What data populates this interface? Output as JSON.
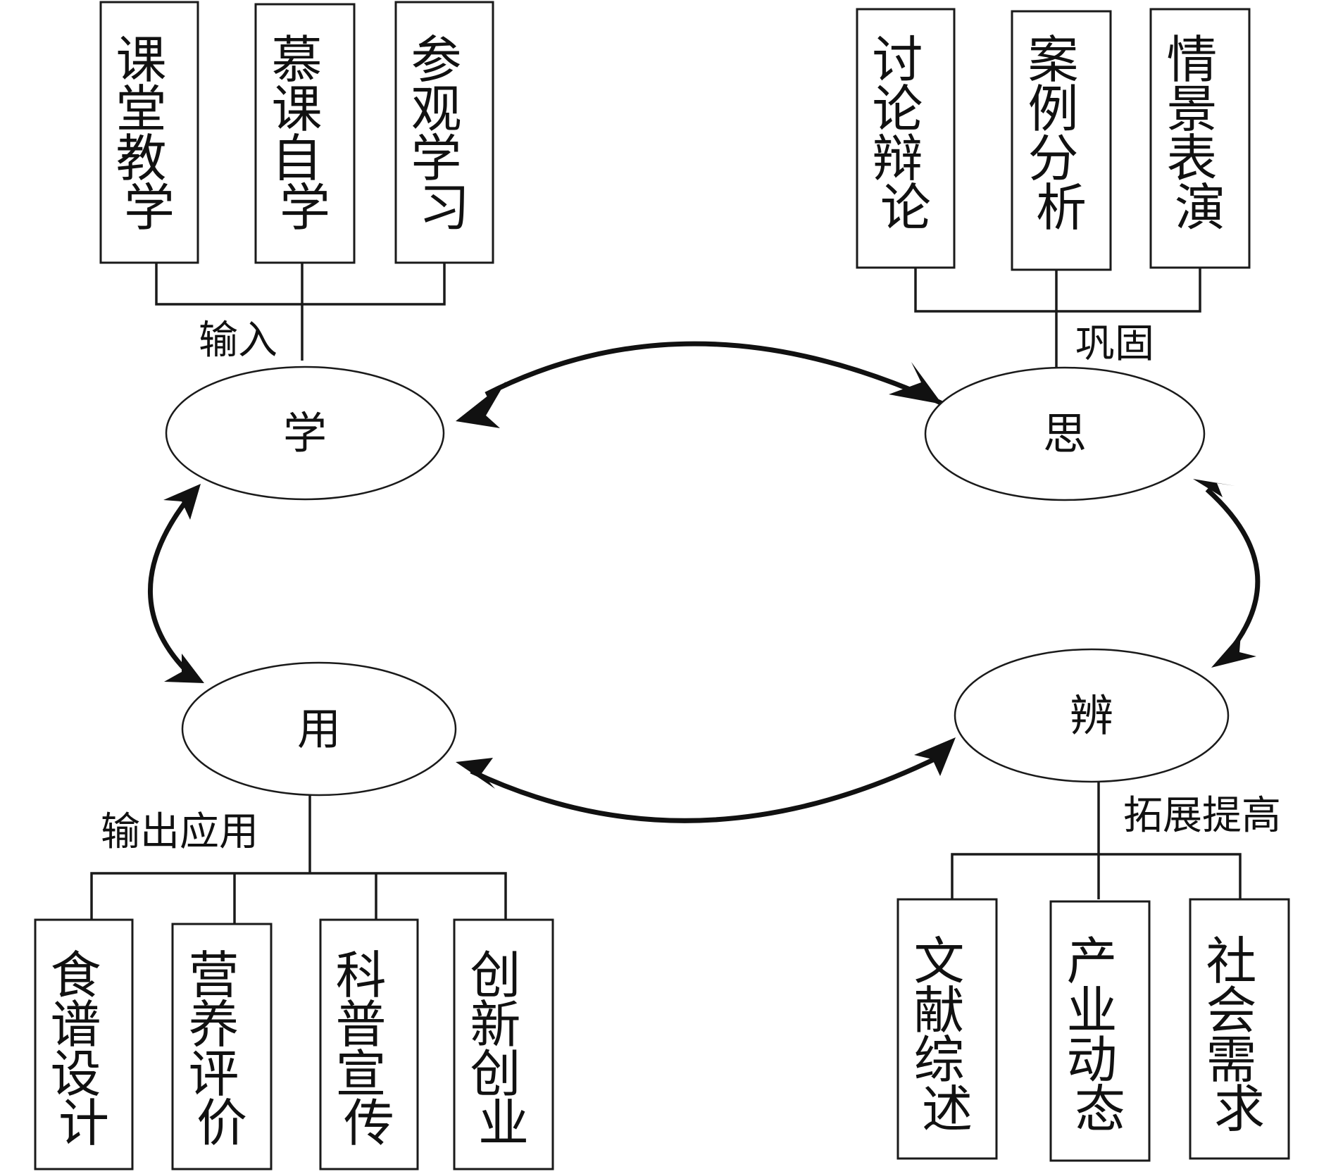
{
  "nodes": {
    "xue": "学",
    "si": "思",
    "bian": "辨",
    "yong": "用"
  },
  "labels": {
    "input": "输入",
    "consolidate": "巩固",
    "expand": "拓展提高",
    "output": "输出应用"
  },
  "boxes": {
    "top_left": [
      "课堂教学",
      "慕课自学",
      "参观学习"
    ],
    "top_right": [
      "讨论辩论",
      "案例分析",
      "情景表演"
    ],
    "bottom_left": [
      "食谱设计",
      "营养评价",
      "科普宣传",
      "创新创业"
    ],
    "bottom_right": [
      "文献综述",
      "产业动态",
      "社会需求"
    ]
  }
}
